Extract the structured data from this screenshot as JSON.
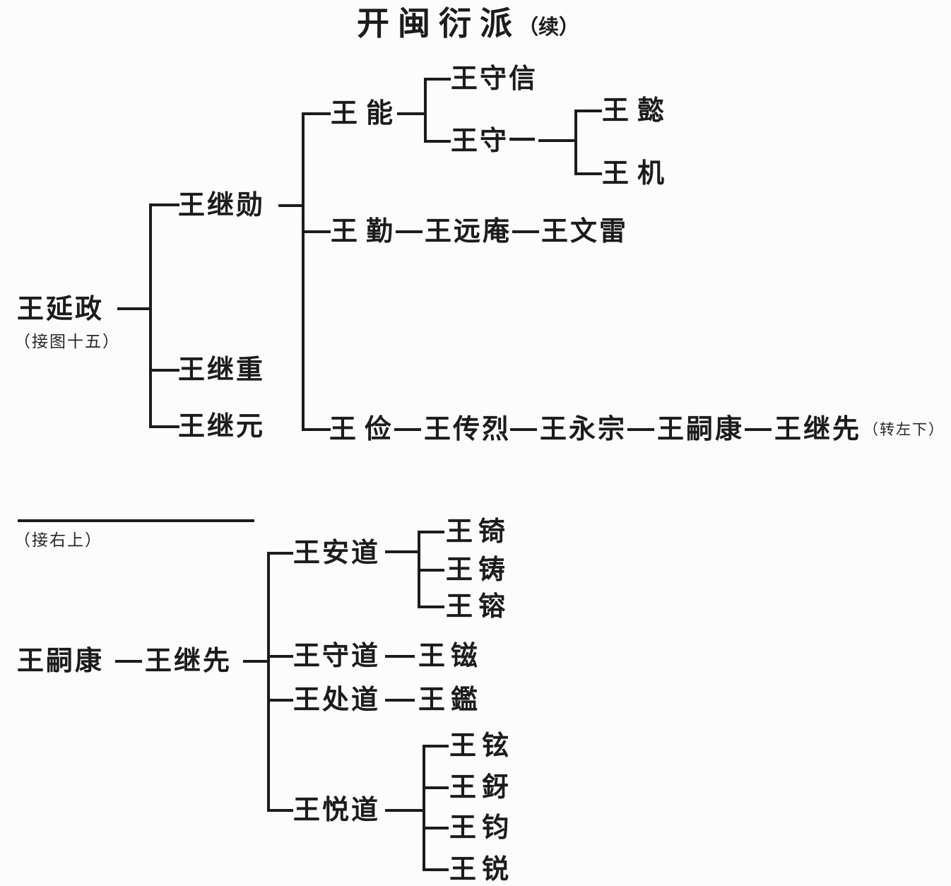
{
  "page": {
    "background": "#fcfcfc",
    "ink": "#1c1c1c"
  },
  "title": {
    "main": "开闽衍派",
    "suffix": "（续）"
  },
  "top": {
    "root": {
      "name": "王延政",
      "note": "（接图十五）"
    },
    "children": [
      {
        "name": "王继勋",
        "children": [
          {
            "name": "王能",
            "children": [
              {
                "name": "王守信"
              },
              {
                "name": "王守一",
                "children": [
                  {
                    "name": "王懿"
                  },
                  {
                    "name": "王机"
                  }
                ]
              }
            ]
          },
          {
            "name": "王勤",
            "chain": [
              "王远庵",
              "王文雷"
            ]
          },
          {
            "name": "王俭",
            "chain": [
              "王传烈",
              "王永宗",
              "王嗣康",
              "王继先"
            ],
            "note": "（转左下）"
          }
        ]
      },
      {
        "name": "王继重"
      },
      {
        "name": "王继元"
      }
    ]
  },
  "bottom": {
    "note": "（接右上）",
    "root": {
      "name": "王嗣康",
      "chain": [
        "王继先"
      ]
    },
    "children": [
      {
        "name": "王安道",
        "children": [
          {
            "name": "王锜"
          },
          {
            "name": "王铸"
          },
          {
            "name": "王镕"
          }
        ]
      },
      {
        "name": "王守道",
        "chain": [
          "王镃"
        ]
      },
      {
        "name": "王处道",
        "chain": [
          "王鑑"
        ]
      },
      {
        "name": "王悦道",
        "children": [
          {
            "name": "王铉"
          },
          {
            "name": "王釾"
          },
          {
            "name": "王钧"
          },
          {
            "name": "王锐"
          }
        ]
      }
    ]
  }
}
